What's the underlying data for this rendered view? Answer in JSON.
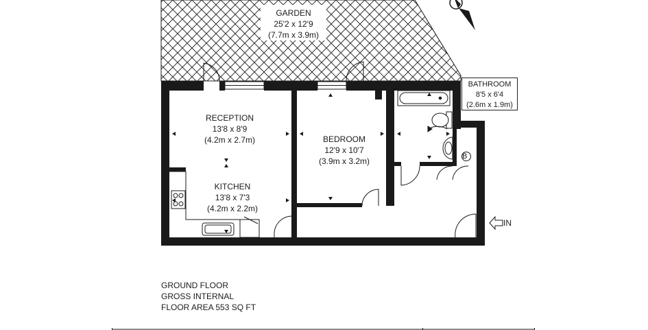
{
  "rooms": {
    "garden": {
      "name": "GARDEN",
      "imperial": "25'2 x 12'9",
      "metric": "(7.7m x 3.9m)"
    },
    "reception": {
      "name": "RECEPTION",
      "imperial": "13'8 x 8'9",
      "metric": "(4.2m x 2.7m)"
    },
    "kitchen": {
      "name": "KITCHEN",
      "imperial": "13'8 x 7'3",
      "metric": "(4.2m x 2.2m)"
    },
    "bedroom": {
      "name": "BEDROOM",
      "imperial": "12'9 x 10'7",
      "metric": "(3.9m x 3.2m)"
    },
    "bathroom": {
      "name": "BATHROOM",
      "imperial": "8'5 x 6'4",
      "metric": "(2.6m x 1.9m)"
    }
  },
  "floor_info": {
    "line1": "GROUND FLOOR",
    "line2": "GROSS INTERNAL",
    "line3": "FLOOR AREA 553 SQ FT"
  },
  "markers": {
    "entrance": "IN",
    "boiler": "B"
  },
  "colors": {
    "wall": "#1a1a1a",
    "hatch": "#1a1a1a",
    "background": "#ffffff"
  },
  "icons": [
    "compass-icon",
    "entrance-arrow-icon",
    "hob-icon",
    "sink-icon",
    "bath-icon",
    "toilet-icon",
    "basin-icon",
    "boiler-icon"
  ]
}
